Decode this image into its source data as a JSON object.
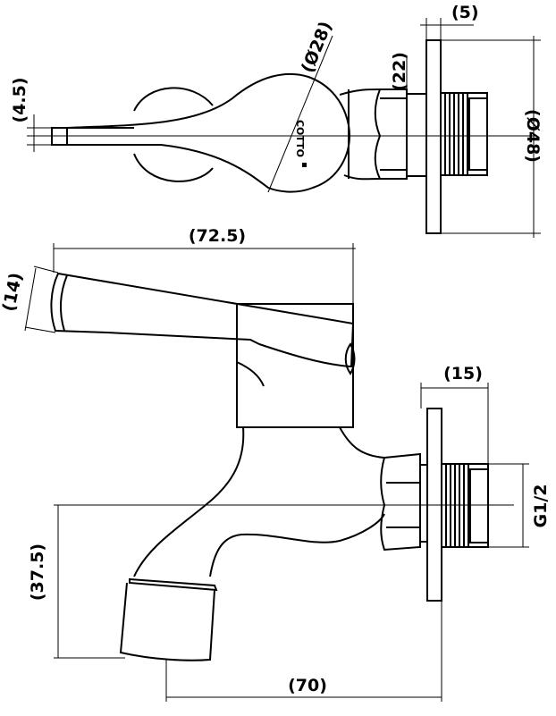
{
  "brand_logo": "COTTO",
  "dimensions": {
    "flange_thickness": "(5)",
    "handle_diameter": "(Ø28)",
    "nut_width": "(22)",
    "lever_thickness": "(4.5)",
    "flange_diameter": "(Ø48)",
    "overall_length": "(72.5)",
    "lever_end_height": "(14)",
    "thread_length": "(15)",
    "thread_size": "G1/2",
    "outlet_height": "(37.5)",
    "projection": "(70)"
  }
}
